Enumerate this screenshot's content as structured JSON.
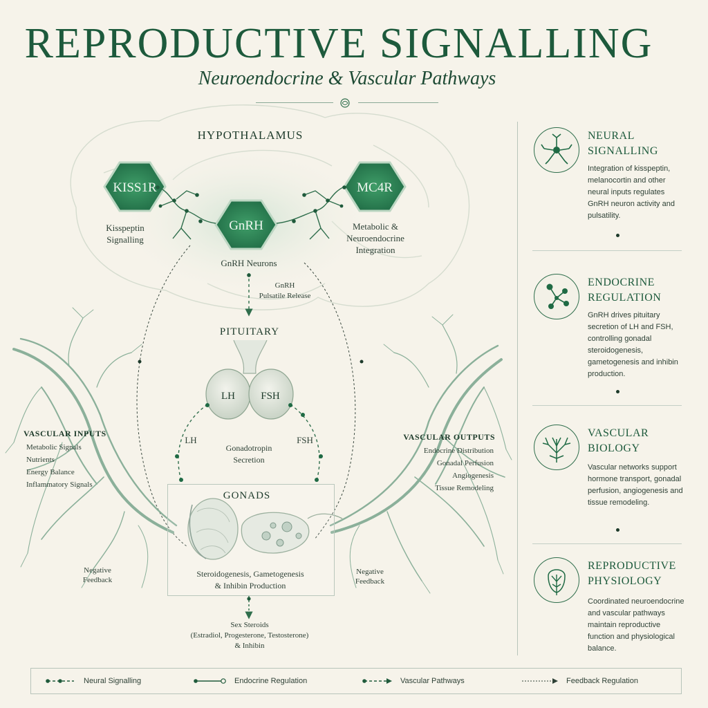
{
  "header": {
    "title": "REPRODUCTIVE SIGNALLING",
    "subtitle": "Neuroendocrine & Vascular Pathways"
  },
  "colors": {
    "background": "#f6f3ea",
    "accent": "#1d5a3c",
    "hex_fill": "#2f8a5a",
    "line": "#2f6e4c",
    "vessel": "#8bb09a"
  },
  "diagram": {
    "hypothalamus": "HYPOTHALAMUS",
    "kiss1r": {
      "hex": "KISS1R",
      "label": "Kisspeptin\nSignalling"
    },
    "gnrh": {
      "hex": "GnRH",
      "label": "GnRH Neurons"
    },
    "mc4r": {
      "hex": "MC4R",
      "label": "Metabolic &\nNeuroendocrine\nIntegration"
    },
    "gnrh_release": "GnRH\nPulsatile Release",
    "pituitary": "PITUITARY",
    "lh_lobe": "LH",
    "fsh_lobe": "FSH",
    "lh_path": "LH",
    "fsh_path": "FSH",
    "gonadotropin": "Gonadotropin\nSecretion",
    "gonads": "GONADS",
    "gonads_text": "Steroidogenesis, Gametogenesis\n& Inhibin Production",
    "sex_steroids": "Sex Steroids\n(Estradiol, Progesterone, Testosterone)\n& Inhibin",
    "feedback_left": "Negative\nFeedback",
    "feedback_right": "Negative\nFeedback",
    "vascular_inputs": {
      "title": "VASCULAR INPUTS",
      "items": [
        "Metabolic Signals",
        "Nutrients",
        "Energy Balance",
        "Inflammatory Signals"
      ]
    },
    "vascular_outputs": {
      "title": "VASCULAR OUTPUTS",
      "items": [
        "Endocrine Distribution",
        "Gonadal Perfusion",
        "Angiogenesis",
        "Tissue Remodeling"
      ]
    }
  },
  "cards": [
    {
      "title": "NEURAL\nSIGNALLING",
      "icon": "neuron-icon",
      "body": "Integration of kisspeptin, melanocortin and other neural inputs regulates GnRH neuron activity and pulsatility."
    },
    {
      "title": "ENDOCRINE\nREGULATION",
      "icon": "molecule-icon",
      "body": "GnRH drives pituitary secretion of LH and FSH, controlling gonadal steroidogenesis, gametogenesis and inhibin production."
    },
    {
      "title": "VASCULAR\nBIOLOGY",
      "icon": "vessel-tree-icon",
      "body": "Vascular networks support hormone transport, gonadal perfusion, angiogenesis and tissue remodeling."
    },
    {
      "title": "REPRODUCTIVE\nPHYSIOLOGY",
      "icon": "plant-icon",
      "body": "Coordinated neuroendocrine and vascular pathways maintain reproductive function and physiological balance."
    }
  ],
  "legend": [
    {
      "label": "Neural Signalling",
      "style": "dot-dash"
    },
    {
      "label": "Endocrine Regulation",
      "style": "solid-ring"
    },
    {
      "label": "Vascular Pathways",
      "style": "dash-arrow"
    },
    {
      "label": "Feedback Regulation",
      "style": "dotted-arrow"
    }
  ]
}
